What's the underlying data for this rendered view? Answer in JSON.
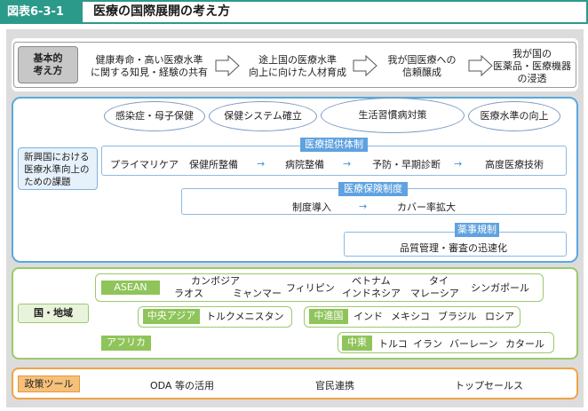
{
  "header": {
    "badge": "図表6-3-1",
    "title": "医療の国際展開の考え方"
  },
  "basic": {
    "label": [
      "基本的",
      "考え方"
    ],
    "steps": [
      [
        "健康寿命・高い医療水準",
        "に関する知見・経験の共有"
      ],
      [
        "途上国の医療水準",
        "向上に向けた人材育成"
      ],
      [
        "我が国医療への",
        "信頼醸成"
      ],
      [
        "我が国の",
        "医薬品・医療機器",
        "の浸透"
      ]
    ]
  },
  "issues": {
    "label": [
      "新興国における",
      "医療水準向上の",
      "ための課題"
    ],
    "ovals": [
      "感染症・母子保健",
      "保健システム確立",
      "生活習慣病対策",
      "医療水準の向上"
    ],
    "provision": {
      "tag": "医療提供体制",
      "items": [
        "プライマリケア",
        "保健所整備",
        "病院整備",
        "予防・早期診断",
        "高度医療技術"
      ]
    },
    "insurance": {
      "tag": "医療保険制度",
      "items": [
        "制度導入",
        "カバー率拡大"
      ]
    },
    "pharma": {
      "tag": "薬事規制",
      "item": "品質管理・審査の迅速化"
    }
  },
  "regions": {
    "label": "国・地域",
    "asean": {
      "tag": "ASEAN",
      "countries": [
        "カンボジア",
        "ラオス",
        "ミャンマー",
        "フィリピン",
        "ベトナム",
        "インドネシア",
        "タイ",
        "マレーシア",
        "シンガポール"
      ]
    },
    "central_asia": {
      "tag": "中央アジア",
      "countries": [
        "トルクメニスタン"
      ]
    },
    "emerging": {
      "tag": "中進国",
      "countries": [
        "インド",
        "メキシコ",
        "ブラジル",
        "ロシア"
      ]
    },
    "africa": {
      "tag": "アフリカ"
    },
    "middle_east": {
      "tag": "中東",
      "countries": [
        "トルコ",
        "イラン",
        "バーレーン",
        "カタール"
      ]
    }
  },
  "policy": {
    "label": "政策ツール",
    "items": [
      "ODA 等の活用",
      "官民連携",
      "トップセールス"
    ]
  }
}
